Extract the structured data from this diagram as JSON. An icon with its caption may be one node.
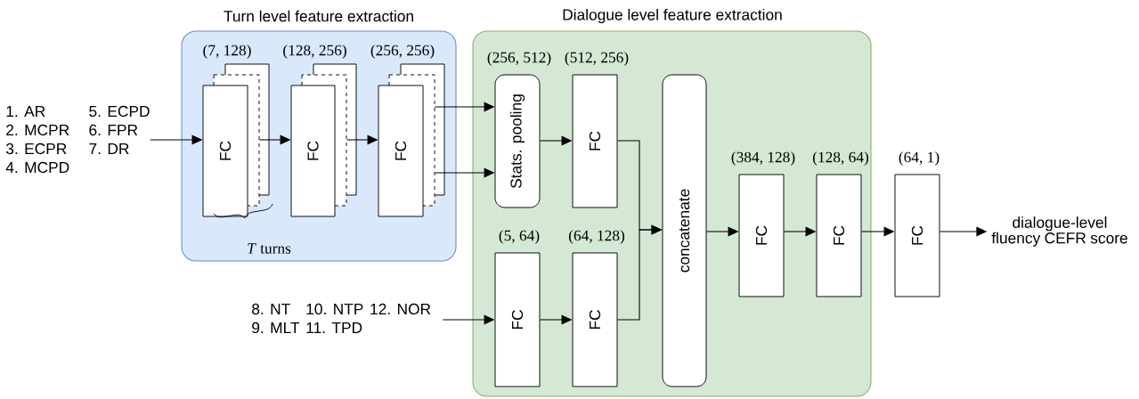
{
  "diagram": {
    "nodes": [
      {
        "text": [
          "Turn level feature extraction"
        ]
      },
      {
        "text": [
          "Dialogue level feature extraction"
        ]
      },
      {
        "text": [
          "1. AR",
          "2. MCPR",
          "3. ECPR",
          "4. MCPD",
          "5. ECPD",
          "6. FPR",
          "7. DR"
        ]
      },
      {
        "text": [
          "FC"
        ],
        "in": 0,
        "beside": [
          "(7, 128)"
        ]
      },
      {
        "text": [
          "FC"
        ],
        "in": 0,
        "beside": [
          "(128, 256)"
        ]
      },
      {
        "text": [
          "FC"
        ],
        "in": 0,
        "beside": [
          "(256, 256)"
        ]
      },
      {
        "text": [
          "Stats. pooling"
        ],
        "in": 1,
        "beside": [
          "(256, 512)"
        ]
      },
      {
        "text": [
          "FC"
        ],
        "in": 1,
        "beside": [
          "(512, 256)"
        ]
      },
      {
        "text": [
          "FC"
        ],
        "in": 1,
        "beside": [
          "(5, 64)"
        ]
      },
      {
        "text": [
          "FC"
        ],
        "in": 1,
        "beside": [
          "(64, 128)"
        ]
      },
      {
        "text": [
          "concatenate"
        ],
        "in": 1
      },
      {
        "text": [
          "FC"
        ],
        "in": 1,
        "beside": [
          "(384, 128)"
        ]
      },
      {
        "text": [
          "FC"
        ],
        "in": 1,
        "beside": [
          "(128, 64)"
        ]
      },
      {
        "text": [
          "FC"
        ],
        "beside": [
          "(64, 1)"
        ]
      },
      {
        "text": [
          "dialogue-level fluency CEFR score"
        ]
      },
      {
        "text": [
          "8. NT",
          "9. MLT",
          "10. NTP",
          "11. TPD",
          "12. NOR"
        ]
      }
    ],
    "edges": [
      {
        "from": 2,
        "to": 3,
        "arrow": "to"
      },
      {
        "from": 3,
        "to": 4,
        "arrow": "to"
      },
      {
        "from": 4,
        "to": 5,
        "arrow": "to"
      },
      {
        "from": 5,
        "to": 6,
        "arrow": "to"
      },
      {
        "from": 5,
        "to": 6,
        "arrow": "to"
      },
      {
        "from": 6,
        "to": 7,
        "arrow": "to"
      },
      {
        "from": 7,
        "to": 10,
        "arrow": "to"
      },
      {
        "from": 15,
        "to": 8,
        "arrow": "to"
      },
      {
        "from": 8,
        "to": 9,
        "arrow": "to"
      },
      {
        "from": 9,
        "to": 10,
        "arrow": "to"
      },
      {
        "from": 10,
        "to": 11,
        "arrow": "to"
      },
      {
        "from": 11,
        "to": 12,
        "arrow": "to"
      },
      {
        "from": 12,
        "to": 13,
        "arrow": "to"
      },
      {
        "from": 13,
        "to": 14,
        "arrow": "to"
      }
    ],
    "labels": [
      "*T* turns"
    ]
  }
}
